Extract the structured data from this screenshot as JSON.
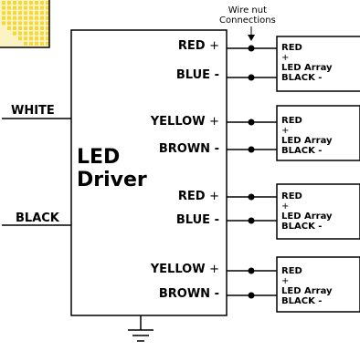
{
  "wire_nut": {
    "line1": "Wire nut",
    "line2": "Connections"
  },
  "driver": {
    "line1": "LED",
    "line2": "Driver"
  },
  "inputs": {
    "white": "WHITE",
    "black": "BLACK"
  },
  "outputs": [
    {
      "pos": {
        "name": "RED",
        "sign": "+"
      },
      "neg": {
        "name": "BLUE",
        "sign": "-"
      }
    },
    {
      "pos": {
        "name": "YELLOW",
        "sign": "+"
      },
      "neg": {
        "name": "BROWN",
        "sign": "-"
      }
    },
    {
      "pos": {
        "name": "RED",
        "sign": "+"
      },
      "neg": {
        "name": "BLUE",
        "sign": "-"
      }
    },
    {
      "pos": {
        "name": "YELLOW",
        "sign": "+"
      },
      "neg": {
        "name": "BROWN",
        "sign": "-"
      }
    }
  ],
  "arrays": [
    {
      "line1": "RED",
      "sign1": "+",
      "line2": "LED Array",
      "line3": "BLACK -"
    },
    {
      "line1": "RED",
      "sign1": "+",
      "line2": "LED Array",
      "line3": "BLACK -"
    },
    {
      "line1": "RED",
      "sign1": "+",
      "line2": "LED Array",
      "line3": "BLACK -"
    },
    {
      "line1": "RED",
      "sign1": "+",
      "line2": "LED Array",
      "line3": "BLACK -"
    }
  ],
  "colors": {
    "line": "#000000",
    "led_grid": "#f2d93b",
    "led_bg": "#fbf3c4"
  }
}
